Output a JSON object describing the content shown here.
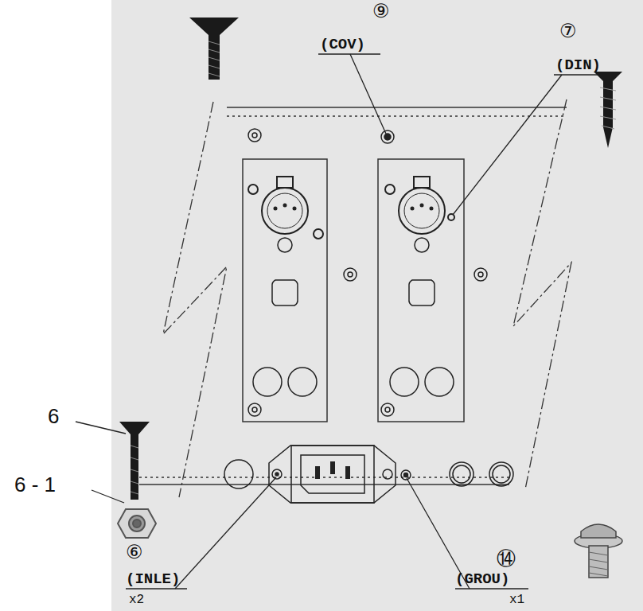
{
  "diagram": {
    "labels": [
      "⑨",
      "(COV)",
      "⑦",
      "(DIN)",
      "6",
      "6 - 1",
      "⑥",
      "(INLE)",
      "x2",
      "⑭",
      "(GROU)",
      "x1"
    ]
  }
}
